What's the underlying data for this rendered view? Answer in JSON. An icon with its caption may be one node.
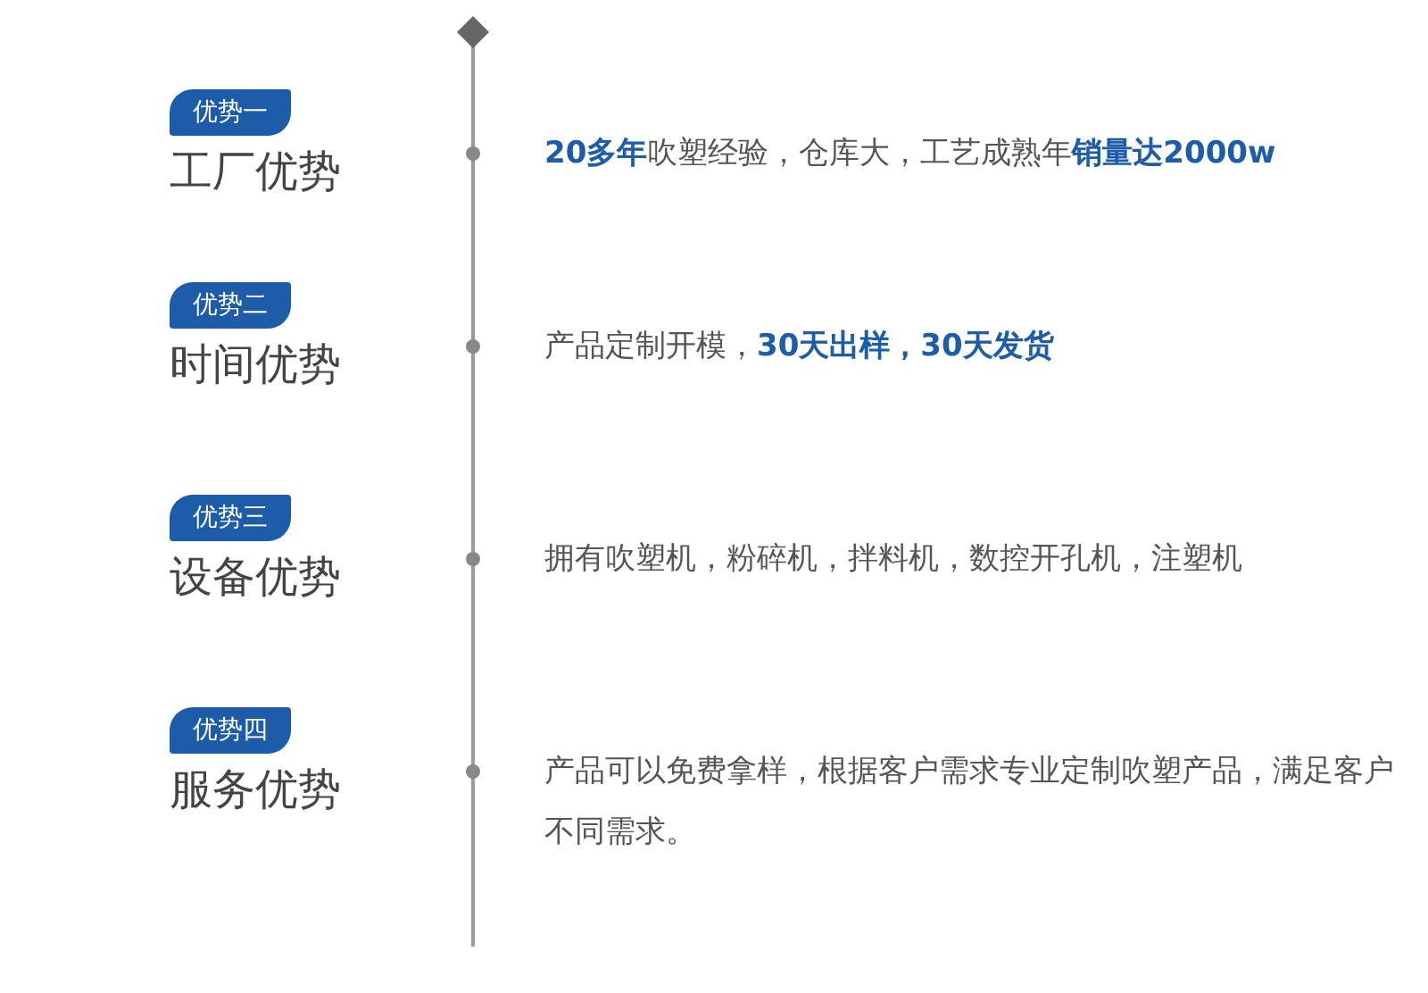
{
  "diagram": {
    "nodes": [
      {
        "text": [
          "优势一",
          "工厂优势"
        ]
      },
      {
        "text": [
          "优势二",
          "时间优势"
        ]
      },
      {
        "text": [
          "优势三",
          "设备优势"
        ]
      },
      {
        "text": [
          "优势四",
          "服务优势"
        ]
      }
    ],
    "labels": [
      "**20多年**吹塑经验，仓库大，工艺成熟年**销量达2000w**",
      "产品定制开模，**30天出样，30天发货**",
      "拥有吹塑机，粉碎机，拌料机，数控开孔机，注塑机",
      "产品可以免费拿样，根据客户需求专业定制吹塑产品，满足客户不同需求。"
    ]
  }
}
